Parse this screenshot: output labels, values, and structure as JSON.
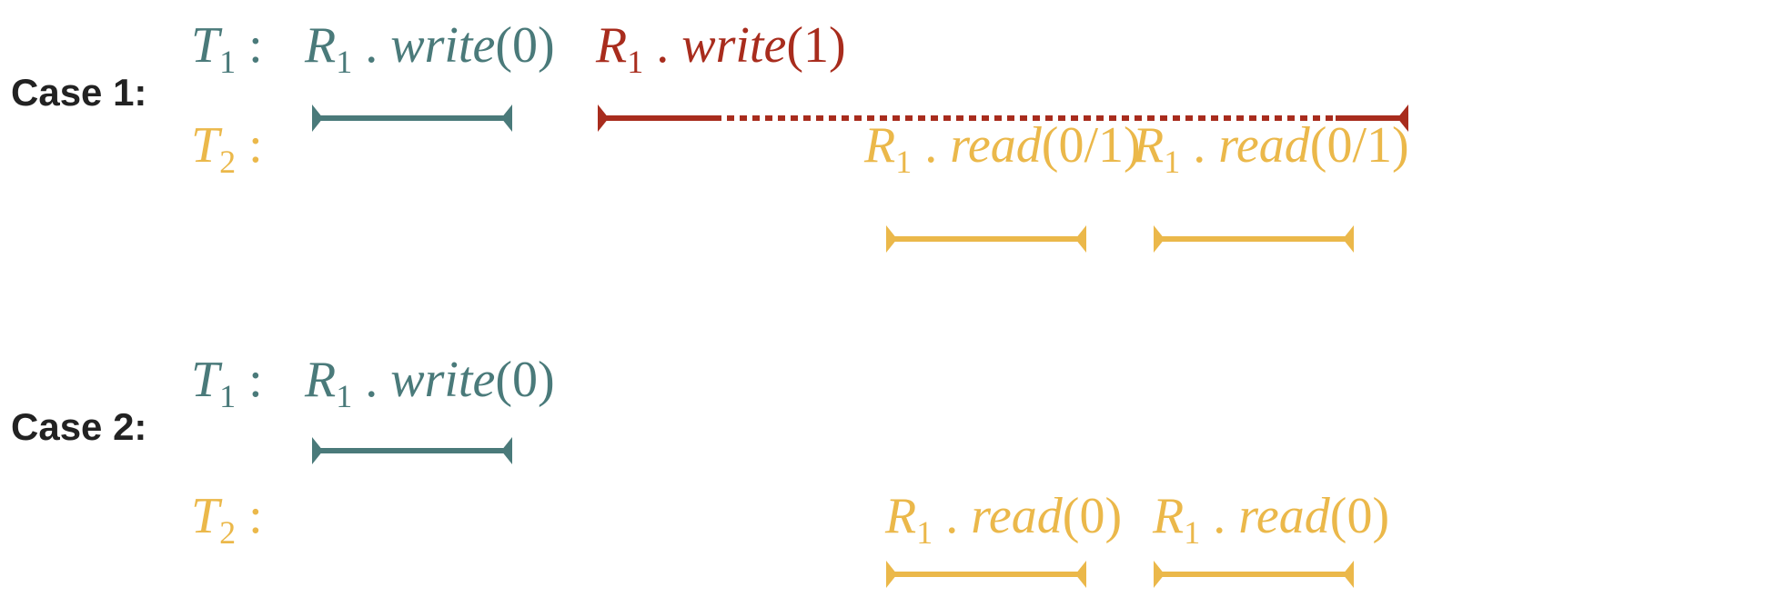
{
  "colors": {
    "t1": "#4a7a7a",
    "t2": "#ebb84a",
    "pending": "#a82c1d",
    "label": "#222222"
  },
  "cases": [
    {
      "label": "Case 1:",
      "threads": [
        {
          "name": "T",
          "sub": "1",
          "colon": ":",
          "color_key": "t1",
          "ops": [
            {
              "reg": "R",
              "sub": "1",
              "dot": ".",
              "op": "write",
              "arg": "(0)",
              "color_key": "t1",
              "style": "solid"
            },
            {
              "reg": "R",
              "sub": "1",
              "dot": ".",
              "op": "write",
              "arg": "(1)",
              "color_key": "pending",
              "style": "pending"
            }
          ]
        },
        {
          "name": "T",
          "sub": "2",
          "colon": ":",
          "color_key": "t2",
          "ops": [
            {
              "reg": "R",
              "sub": "1",
              "dot": ".",
              "op": "read",
              "arg": "(0/1)",
              "color_key": "t2",
              "style": "solid"
            },
            {
              "reg": "R",
              "sub": "1",
              "dot": ".",
              "op": "read",
              "arg": "(0/1)",
              "color_key": "t2",
              "style": "solid"
            }
          ]
        }
      ]
    },
    {
      "label": "Case 2:",
      "threads": [
        {
          "name": "T",
          "sub": "1",
          "colon": ":",
          "color_key": "t1",
          "ops": [
            {
              "reg": "R",
              "sub": "1",
              "dot": ".",
              "op": "write",
              "arg": "(0)",
              "color_key": "t1",
              "style": "solid"
            }
          ]
        },
        {
          "name": "T",
          "sub": "2",
          "colon": ":",
          "color_key": "t2",
          "ops": [
            {
              "reg": "R",
              "sub": "1",
              "dot": ".",
              "op": "read",
              "arg": "(0)",
              "color_key": "t2",
              "style": "solid"
            },
            {
              "reg": "R",
              "sub": "1",
              "dot": ".",
              "op": "read",
              "arg": "(0)",
              "color_key": "t2",
              "style": "solid"
            }
          ]
        }
      ]
    }
  ]
}
